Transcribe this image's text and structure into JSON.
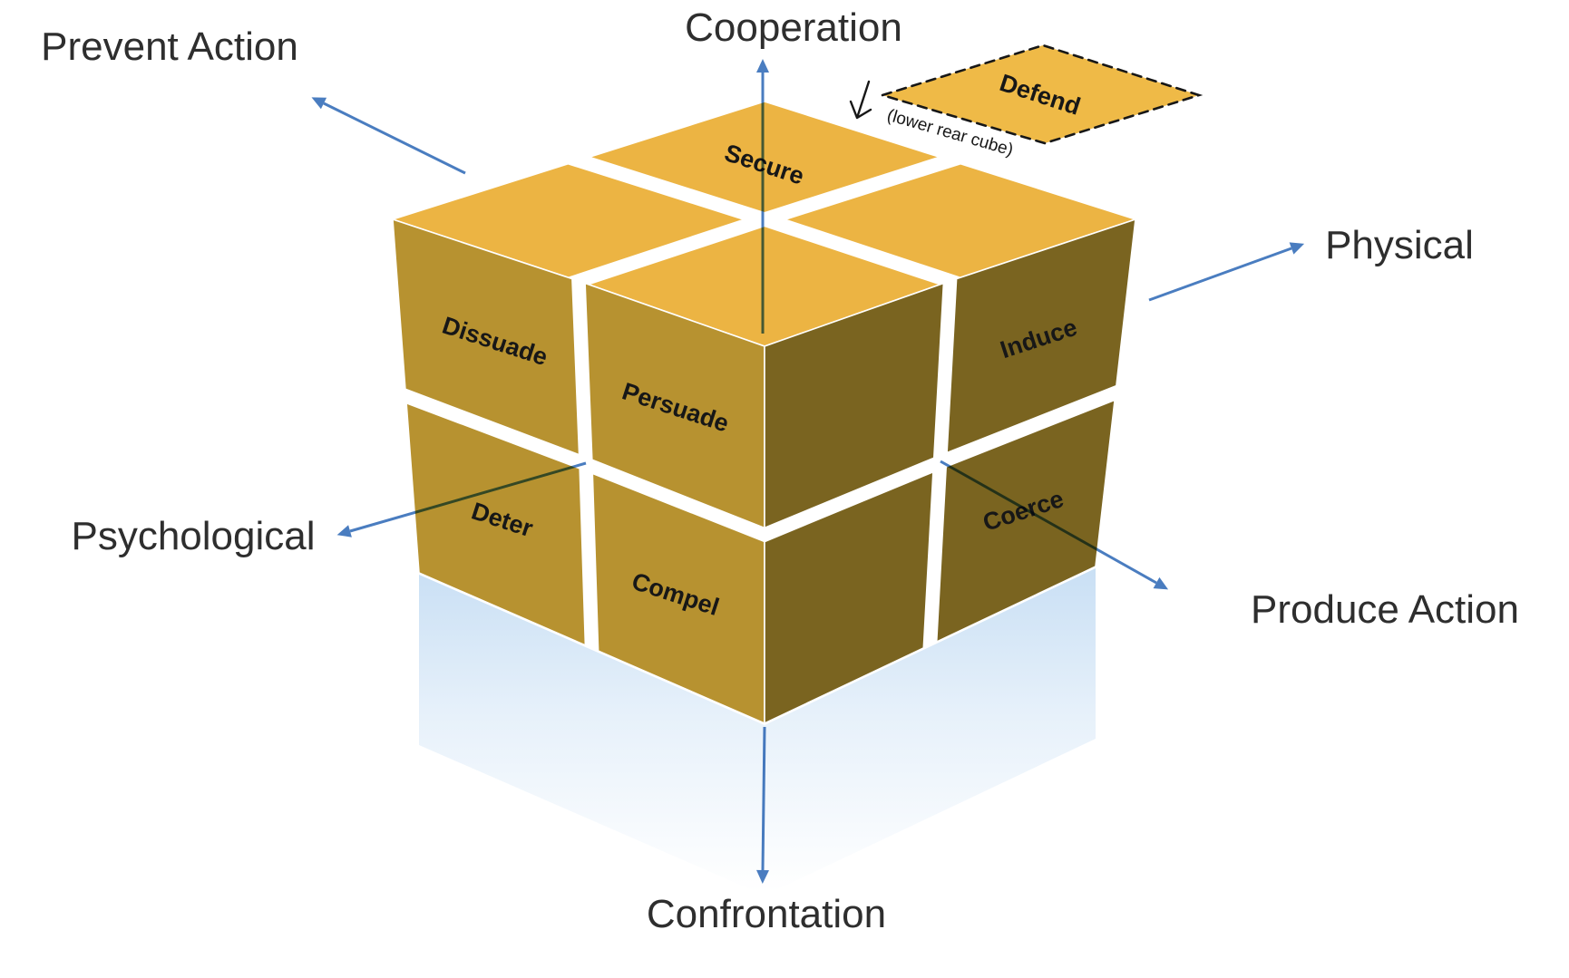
{
  "diagram": {
    "axis_labels": {
      "top": "Cooperation",
      "bottom": "Confrontation",
      "left": "Psychological",
      "right": "Physical",
      "upper_left": "Prevent Action",
      "lower_right": "Produce Action"
    },
    "cube_faces": {
      "secure": "Secure",
      "dissuade": "Dissuade",
      "persuade": "Persuade",
      "deter": "Deter",
      "compel": "Compel",
      "induce": "Induce",
      "coerce": "Coerce"
    },
    "defend": {
      "label": "Defend",
      "note": "(lower rear cube)"
    },
    "colors": {
      "cube_top": "#ECB443",
      "cube_left": "#B79230",
      "cube_right": "#7A6420",
      "defend_fill": "#EFBA47",
      "arrow": "#4A7DC0",
      "label_text": "#2E2E2E",
      "face_text": "#171717",
      "reflection": "#A8CCEE"
    }
  }
}
